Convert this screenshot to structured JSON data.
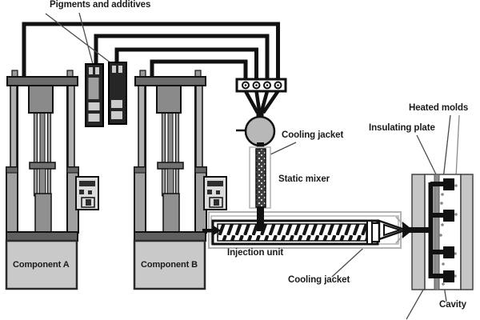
{
  "labels": {
    "pigments_additives": "Pigments and additives",
    "cooling_jacket_top": "Cooling jacket",
    "static_mixer": "Static mixer",
    "injection_unit": "Injection unit",
    "cooling_jacket_bottom": "Cooling jacket",
    "heated_molds": "Heated molds",
    "insulating_plate": "Insulating plate",
    "cavity": "Cavity",
    "component_a": "Component A",
    "component_b": "Component B"
  },
  "colors": {
    "pipe_black": "#111111",
    "machine_gray": "#8a8a8a",
    "drum_gray": "#c9c9c9",
    "plate_dark": "#5f5f5f",
    "cartridge_dark": "#262626",
    "mold_plate_gray": "#c6c6c6",
    "jacket_gray": "#b3b3b3",
    "label_text": "#1a1a1a",
    "background": "#ffffff"
  }
}
